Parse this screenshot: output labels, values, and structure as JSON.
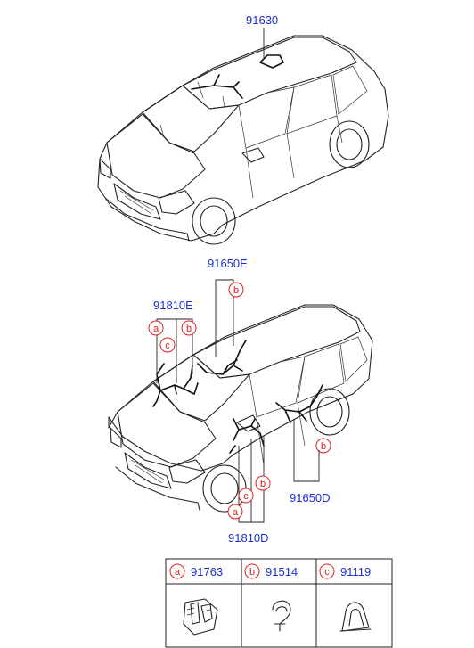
{
  "top": {
    "part": "91630"
  },
  "middle": {
    "part_front": "91810E",
    "part_roof": "91650E",
    "part_door": "91650D",
    "part_bottom": "91810D",
    "markers": {
      "front_a": "a",
      "front_c": "c",
      "front_b": "b",
      "roof_b": "b",
      "door_b": "b",
      "bottom_a": "a",
      "bottom_c": "c",
      "bottom_b": "b"
    }
  },
  "legend": {
    "items": [
      {
        "letter": "a",
        "part": "91763"
      },
      {
        "letter": "b",
        "part": "91514"
      },
      {
        "letter": "c",
        "part": "91119"
      }
    ]
  },
  "colors": {
    "part_number": "#1a2fd0",
    "marker": "#e02020",
    "line": "#222222"
  }
}
